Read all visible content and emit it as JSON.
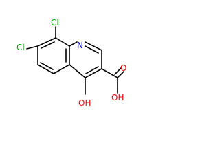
{
  "molecule": {
    "atoms": {
      "cl8": "Cl",
      "cl7": "Cl",
      "n1": "N",
      "oh4": "OH",
      "o_carbonyl": "O",
      "oh_acid": "OH"
    },
    "colors": {
      "bond": "#000000",
      "nitrogen": "#0000ff",
      "oxygen": "#ff0000",
      "chlorine": "#00b000"
    }
  }
}
